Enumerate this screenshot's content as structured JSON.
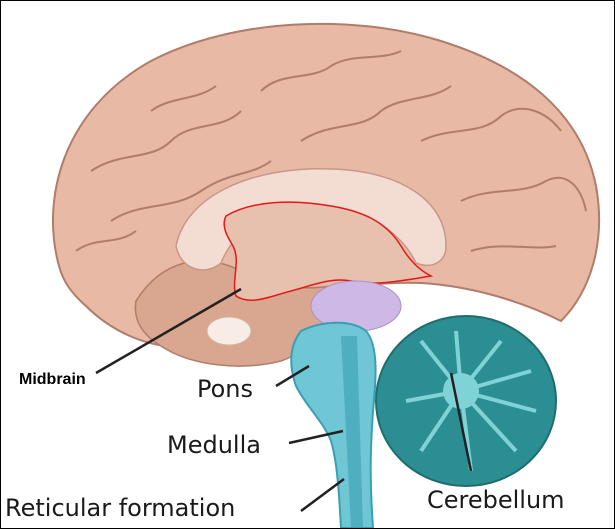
{
  "labels": {
    "midbrain": "Midbrain",
    "pons": "Pons",
    "medulla": "Medulla",
    "reticular_formation": "Reticular formation",
    "cerebellum": "Cerebellum"
  },
  "colors": {
    "cortex": "#e8b9a4",
    "cortex_outline": "#b07d6b",
    "inner_pale": "#f3dcd2",
    "brainstem": "#6fc7d6",
    "brainstem_dark": "#3a9fb2",
    "cerebellum": "#2a8e92",
    "cerebellum_light": "#7fd3d6",
    "thalamus_lilac": "#cdb8e6",
    "midbrain_outline": "#e01a1a",
    "leader_line": "#222222"
  }
}
